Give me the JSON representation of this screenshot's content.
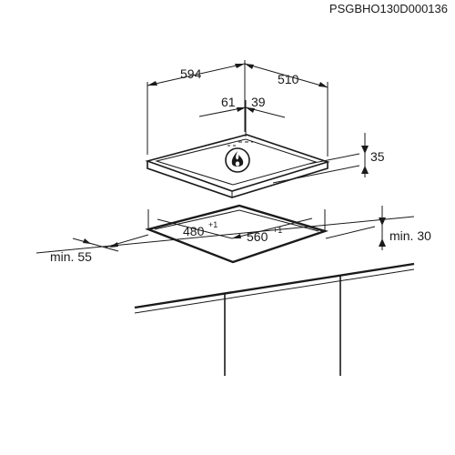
{
  "doc_code": "PSGBHO130D000136",
  "dims": {
    "width": "594",
    "depth": "510",
    "burner_offset_x": "61",
    "burner_offset_y": "39",
    "height": "35",
    "cutout_depth": "480",
    "cutout_depth_tol": "+1",
    "cutout_width": "560",
    "cutout_width_tol": "+1",
    "min_side": "min. 55",
    "min_below": "min. 30"
  },
  "colors": {
    "ink": "#1a1a1a",
    "background": "#ffffff"
  }
}
